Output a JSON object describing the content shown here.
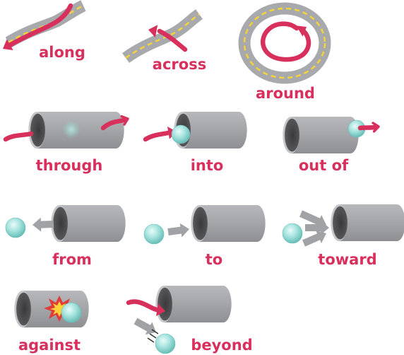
{
  "colors": {
    "label": "#d8305c",
    "arrow": "#d8305c",
    "road": "#a7a9ac",
    "road_dash": "#f3d23a",
    "tube_body": "#a5a7aa",
    "tube_opening": "#4b4b4d",
    "ball": "#8fd8d2",
    "grey_arrow": "#a0a2a5",
    "burst_outer": "#e03a3a",
    "burst_inner": "#ffd23a"
  },
  "diagram": {
    "preposition_labels": [
      "along",
      "across",
      "around",
      "through",
      "into",
      "out of",
      "from",
      "to",
      "toward",
      "against",
      "beyond"
    ]
  }
}
